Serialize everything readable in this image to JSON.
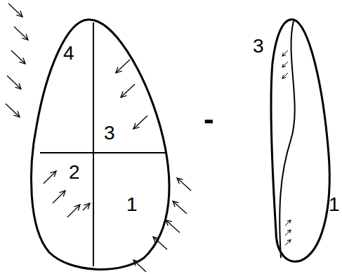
{
  "diagram": {
    "labels": [
      "4",
      "3",
      "2",
      "1",
      "-",
      "3",
      "1"
    ]
  }
}
